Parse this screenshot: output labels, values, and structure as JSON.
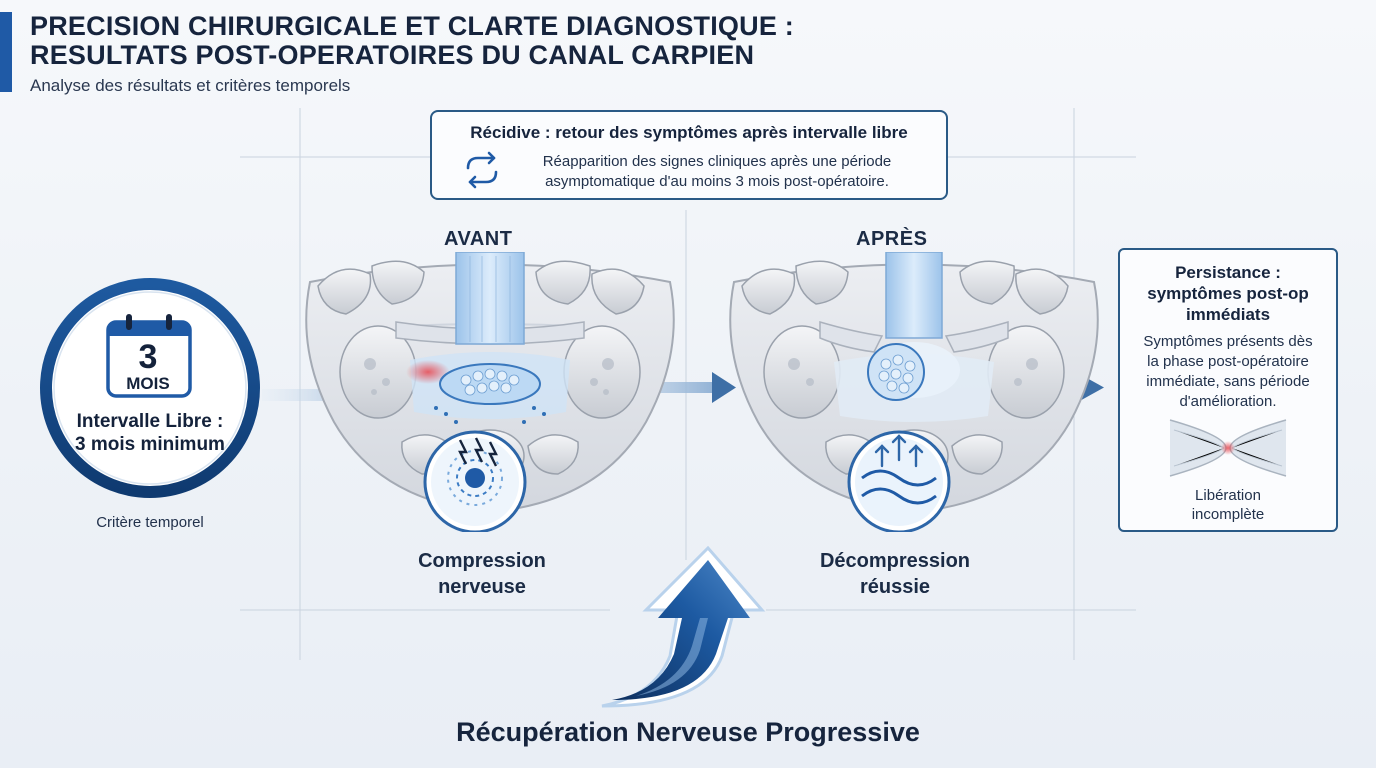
{
  "title": {
    "line1": "PRECISION CHIRURGICALE ET CLARTE DIAGNOSTIQUE :",
    "line2": "RESULTATS POST-OPERATOIRES DU CANAL CARPIEN"
  },
  "subtitle": "Analyse des résultats et critères temporels",
  "recidive": {
    "title": "Récidive : retour des symptômes après intervalle libre",
    "line1": "Réapparition des signes cliniques après une période",
    "line2": "asymptomatique d'au moins 3 mois post-opératoire.",
    "icon": "repeat-arrows-icon"
  },
  "before": {
    "label": "AVANT",
    "caption_line1": "Compression",
    "caption_line2": "nerveuse",
    "badge_icon": "nerve-signal-icon"
  },
  "after": {
    "label": "APRÈS",
    "caption_line1": "Décompression",
    "caption_line2": "réussie",
    "badge_icon": "flow-up-icon"
  },
  "interval": {
    "number": "3",
    "unit": "MOIS",
    "label_line1": "Intervalle Libre :",
    "label_line2": "3 mois minimum",
    "criterion": "Critère temporel",
    "icon": "calendar-icon"
  },
  "persistence": {
    "title_line1": "Persistance :",
    "title_line2": "symptômes post-op",
    "title_line3": "immédiats",
    "text_line1": "Symptômes présents dès",
    "text_line2": "la phase post-opératoire",
    "text_line3": "immédiate, sans période",
    "text_line4": "d'amélioration.",
    "caption_line1": "Libération",
    "caption_line2": "incomplète",
    "icon": "incomplete-release-icon"
  },
  "recovery": "Récupération Nerveuse Progressive",
  "colors": {
    "navy": "#16243d",
    "accent_blue": "#1f5aa6",
    "light_blue": "#a9cdee",
    "inflammation_red": "#e8474f",
    "background": "#eef2f7"
  }
}
